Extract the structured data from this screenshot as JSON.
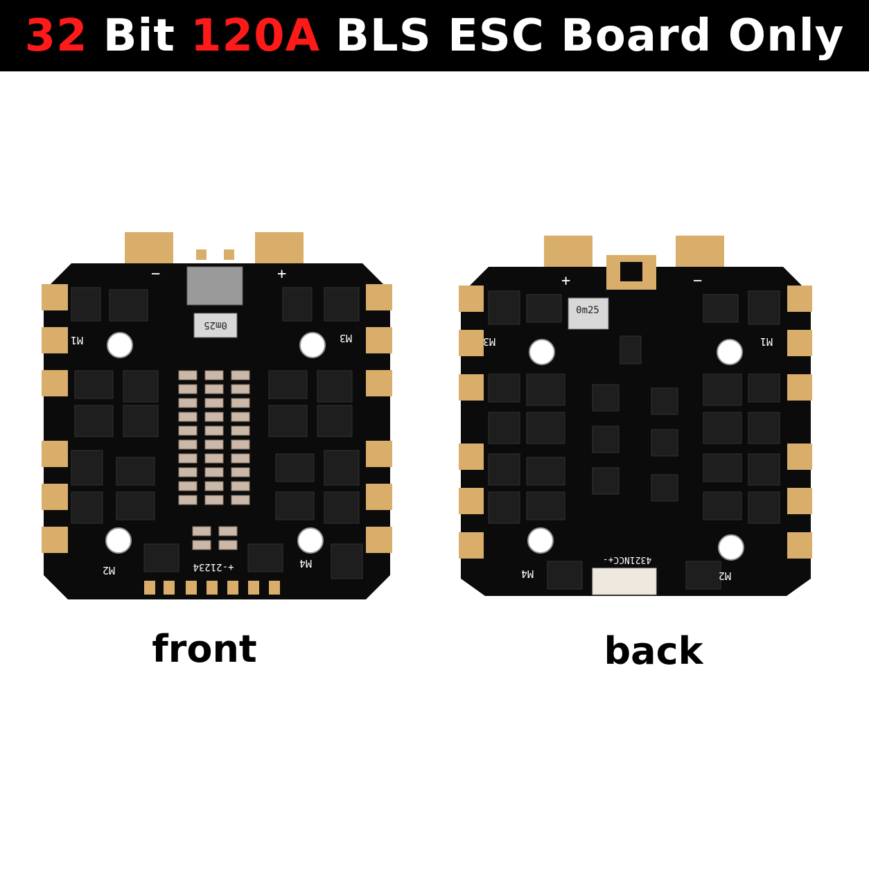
{
  "title": {
    "part1": "32",
    "part2": "Bit",
    "part3": "120A",
    "part4": "BLS ESC Board Only"
  },
  "colors": {
    "banner_bg": "#000000",
    "highlight": "#ff1a1a",
    "title_text": "#ffffff",
    "pcb": "#0b0b0b",
    "pad": "#d9ae6a"
  },
  "front": {
    "caption": "front",
    "motor_labels": [
      "M1",
      "M2",
      "M3",
      "M4"
    ],
    "minus": "−",
    "plus": "+",
    "shunt": "0m25",
    "pin_label": "+-21234"
  },
  "back": {
    "caption": "back",
    "motor_labels": [
      "M3",
      "M4",
      "M1",
      "M2"
    ],
    "plus": "+",
    "minus": "−",
    "shunt": "0m25",
    "pin_label": "4321NCC+-"
  }
}
